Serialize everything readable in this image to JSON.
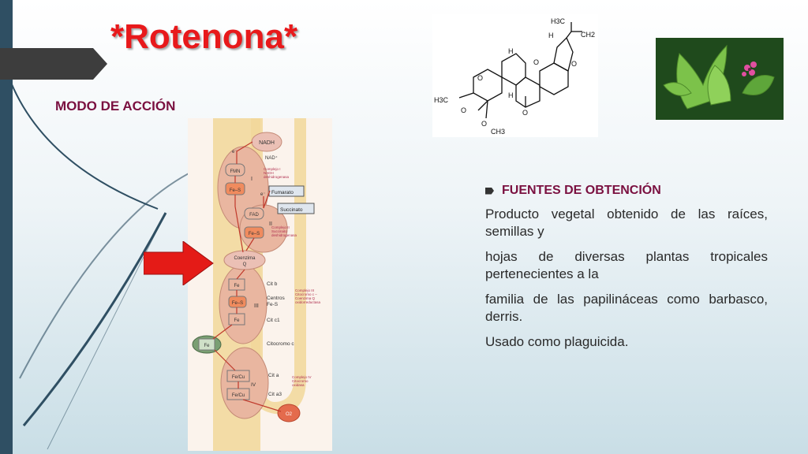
{
  "slide": {
    "title": "*Rotenona*",
    "section_label": "MODO DE ACCIÓN"
  },
  "structure": {
    "h3c_top": "H3C",
    "ch2": "CH2",
    "h_left": "H",
    "h_mid_top": "H",
    "h_mid_bot": "H",
    "o_ring1": "O",
    "o_ring2": "O",
    "o_ring3": "O",
    "o_ketone": "O",
    "h3c_left": "H3C",
    "o_meo1": "O",
    "o_meo2": "O",
    "ch3_bottom": "CH3"
  },
  "diagram": {
    "nadh": "NADH",
    "e_minus": "e⁻",
    "nad_plus": "NAD⁺",
    "fmn": "FMN",
    "fes1": "Fe–S",
    "complex1_num": "I",
    "complex1_note": [
      "Complejo I",
      "NADH",
      "deshidrogenasa"
    ],
    "e_minus2": "e⁻",
    "fumarato": "Fumarato",
    "succinato": "Succinato",
    "fad": "FAD",
    "fes2": "Fe–S",
    "complex2_num": "II",
    "complex2_note": [
      "Complejo II",
      "Succinato",
      "deshidrogenasa"
    ],
    "coenzima": "Coenzima",
    "coenzima_q": "Q",
    "fe_a": "Fe",
    "fes3": "Fe–S",
    "fe_b": "Fe",
    "complex3_num": "III",
    "cit_b": "Cit b",
    "centros": "Centros",
    "centros_fes": "Fe-S",
    "cit_c1": "Cit c1",
    "complex3_note": [
      "Complejo III",
      "Citocromo c –",
      "Coenzima Q",
      "oxidorreductasa"
    ],
    "fe_c": "Fe",
    "citocromo_c": "Citocromo c",
    "fecu1": "Fe/Cu",
    "complex4_num": "IV",
    "fecu2": "Fe/Cu",
    "cit_a": "Cit a",
    "cit_a3": "Cit a3",
    "complex4_note": [
      "Complejo IV",
      "Citocromo",
      "oxidasa"
    ],
    "o2": "O2"
  },
  "fuentes": {
    "heading": "FUENTES DE OBTENCIÓN",
    "paragraphs": [
      "Producto vegetal obtenido de las raíces, semillas y",
      "hojas de diversas plantas tropicales pertenecientes a la",
      "familia de las papilináceas como barbasco, derris.",
      "Usado como plaguicida."
    ]
  },
  "colors": {
    "title": "#e8191b",
    "heading": "#7a1040",
    "arrow": "#e41b17"
  }
}
